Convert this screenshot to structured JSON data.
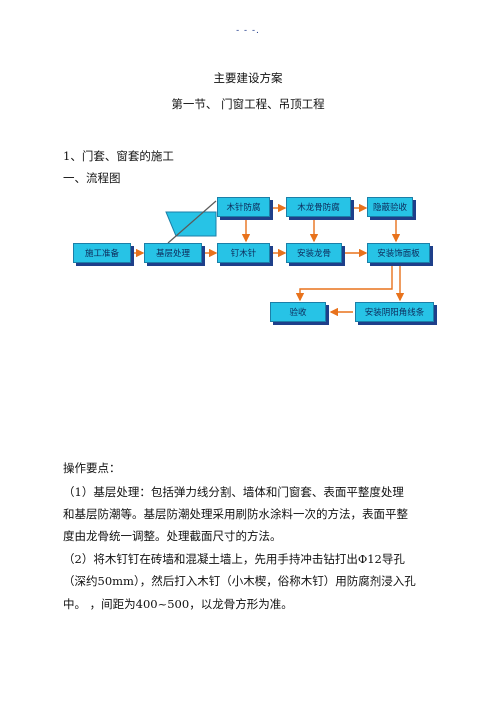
{
  "header": {
    "mark": "- - -."
  },
  "title": "主要建设方案",
  "section_title": "第一节、    门窗工程、吊顶工程",
  "subsection_1": "1、门套、窗套的施工",
  "subsection_2": "一、流程图",
  "flow": {
    "nodes": {
      "shigong": "施工准备",
      "jiceng": "基层处理",
      "muzhen_fangfu": "木针防腐",
      "mulonggu_fangfu": "木龙骨防腐",
      "yinbi_yanshou": "隐蔽验收",
      "ding_muzhen": "钉木针",
      "anzhuang_longgu": "安装龙骨",
      "anzhuang_shimianban": "安装饰面板",
      "yanshou": "验收",
      "anzhuang_yinyang": "安装阴阳角线条"
    },
    "colors": {
      "box": "#27c3e6",
      "arrow": "#e8721c",
      "shadow": "#1e3f8a"
    }
  },
  "op_title": "操作要点：",
  "paragraphs": [
    "（1）基层处理：包括弹力线分割、墙体和门窗套、表面平整度处理",
    "和基层防潮等。基层防潮处理采用刷防水涂料一次的方法，表面平整",
    "度由龙骨统一调整。处理截面尺寸的方法。",
    "（2）将木钉钉在砖墙和混凝土墙上，先用手持冲击钻打出Φ12导孔",
    "（深约50mm），然后打入木钉（小木楔，俗称木钉）用防腐剂浸入孔",
    "中。 ，间距为400~500，以龙骨方形为准。"
  ]
}
